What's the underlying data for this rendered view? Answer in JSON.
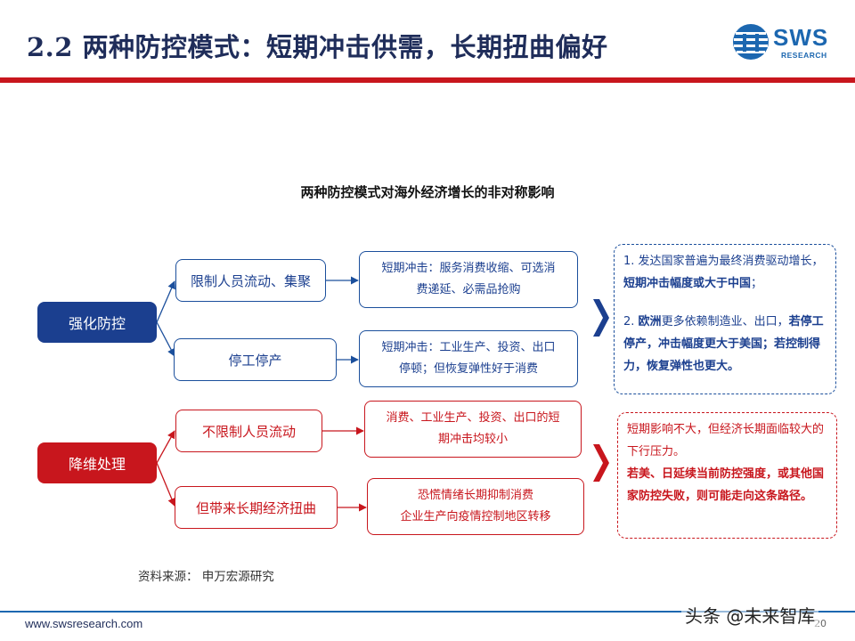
{
  "header": {
    "title": "2.2 两种防控模式：短期冲击供需，长期扭曲偏好",
    "logo_text": "SWS",
    "logo_sub": "RESEARCH",
    "brand_blue": "#1c67b0",
    "brand_red": "#c8161d"
  },
  "diagram": {
    "title": "两种防控模式对海外经济增长的非对称影响",
    "strong": {
      "label": "强化防控",
      "branches": [
        {
          "label": "限制人员流动、集聚",
          "effect": [
            "短期冲击：服务消费收缩、可选消",
            "费递延、必需品抢购"
          ]
        },
        {
          "label": "停工停产",
          "effect": [
            "短期冲击：工业生产、投资、出口",
            "停顿；但恢复弹性好于消费"
          ]
        }
      ],
      "note": {
        "p1_a": "1. 发达国家普遍为最终消费驱动增长，",
        "p1_b": "短期冲击幅度或大于中国",
        "p1_c": "；",
        "p2_a": "2. ",
        "p2_b": "欧洲",
        "p2_c": "更多依赖制造业、出口，",
        "p2_d": "若停工停产，冲击幅度更大于美国；若控制得力，恢复弹性也更大。"
      }
    },
    "weak": {
      "label": "降维处理",
      "branches": [
        {
          "label": "不限制人员流动",
          "effect": [
            "消费、工业生产、投资、出口的短",
            "期冲击均较小"
          ]
        },
        {
          "label": "但带来长期经济扭曲",
          "effect": [
            "恐慌情绪长期抑制消费",
            "企业生产向疫情控制地区转移"
          ]
        }
      ],
      "note": {
        "p1": "短期影响不大，但经济长期面临较大的下行压力。",
        "p2": "若美、日延续当前防控强度，或其他国家防控失败，则可能走向这条路径。"
      }
    }
  },
  "footer": {
    "source": "资料来源：  申万宏源研究",
    "url": "www.swsresearch.com",
    "page": "20",
    "watermark": "头条 @未来智库"
  }
}
